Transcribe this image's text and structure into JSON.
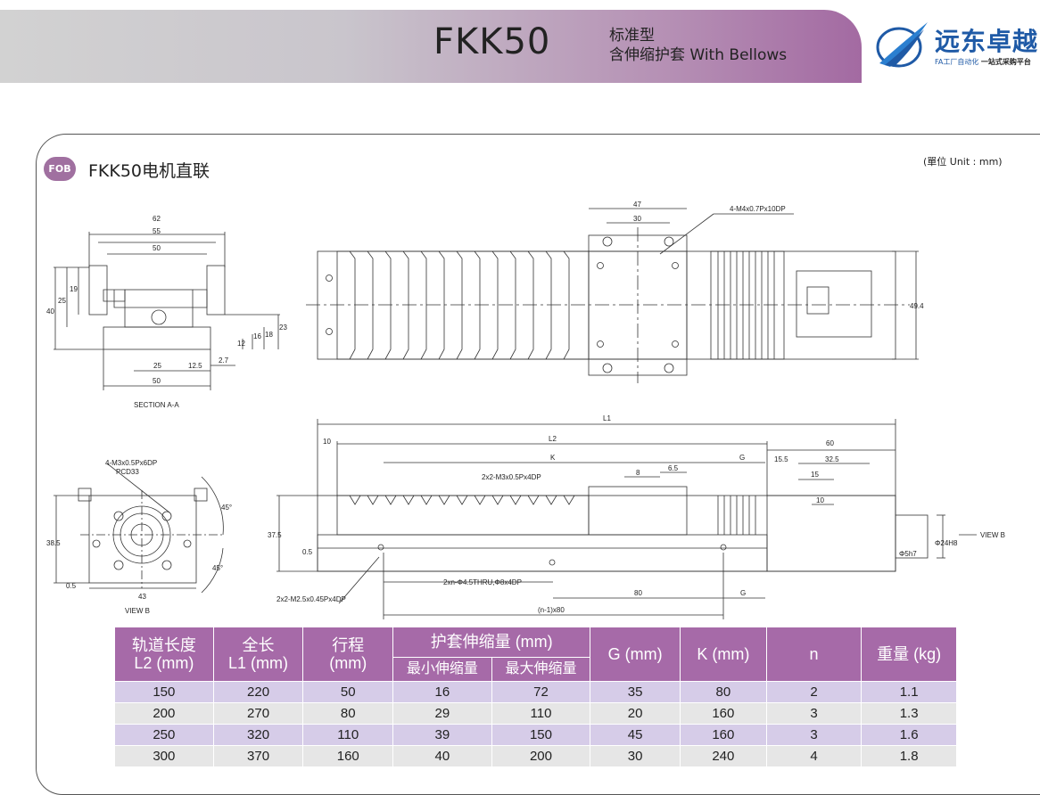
{
  "header": {
    "model": "FKK50",
    "subtitle_line1": "标准型",
    "subtitle_line2": "含伸缩护套 With Bellows",
    "logo_name": "远东卓越",
    "logo_tag_left": "FA工厂自动化",
    "logo_tag_right": "一站式采购平台"
  },
  "section": {
    "badge": "FOB",
    "title": "FKK50电机直联",
    "unit": "(單位 Unit : mm)"
  },
  "drawing_labels": {
    "d62": "62",
    "d55": "55",
    "d50": "50",
    "d40": "40",
    "d25v": "25",
    "d19": "19",
    "d23": "23",
    "d18": "18",
    "d16": "16",
    "d12": "12",
    "d25": "25",
    "d12_5": "12.5",
    "d2_7": "2.7",
    "d50b": "50",
    "section_aa": "SECTION A-A",
    "d47": "47",
    "d30": "30",
    "tap1": "4-M4x0.7Px10DP",
    "d49_4": "49.4",
    "L1": "L1",
    "L2": "L2",
    "d10a": "10",
    "d60": "60",
    "K": "K",
    "G": "G",
    "d15_5": "15.5",
    "d32_5": "32.5",
    "d15": "15",
    "d10b": "10",
    "tap2": "2x2-M3x0.5Px4DP",
    "d8": "8",
    "d6_5": "6.5",
    "tap3": "4-M3x0.5Px6DP",
    "pcd": "PCD33",
    "d45a": "45°",
    "d45b": "45°",
    "d38_5": "38.5",
    "d0_5a": "0.5",
    "d43": "43",
    "view_b": "VIEW B",
    "d37_5": "37.5",
    "d0_5b": "0.5",
    "tap4": "2x2-M2.5x0.45Px4DP",
    "thru": "2xn-Φ4.5THRU,Φ8x4DP",
    "d80": "80",
    "G2": "G",
    "n80": "(n-1)x80",
    "phi24": "Φ24H8",
    "phi5": "Φ5h7",
    "view_b2": "VIEW B"
  },
  "table": {
    "headers": {
      "rail": [
        "轨道长度",
        "L2 (mm)"
      ],
      "full": [
        "全长",
        "L1 (mm)"
      ],
      "stroke": [
        "行程",
        "(mm)"
      ],
      "bellows": "护套伸缩量 (mm)",
      "min": "最小伸缩量",
      "max": "最大伸缩量",
      "g": "G (mm)",
      "k": "K (mm)",
      "n": "n",
      "weight": "重量 (kg)"
    },
    "rows": [
      [
        "150",
        "220",
        "50",
        "16",
        "72",
        "35",
        "80",
        "2",
        "1.1"
      ],
      [
        "200",
        "270",
        "80",
        "29",
        "110",
        "20",
        "160",
        "3",
        "1.3"
      ],
      [
        "250",
        "320",
        "110",
        "39",
        "150",
        "45",
        "160",
        "3",
        "1.6"
      ],
      [
        "300",
        "370",
        "160",
        "40",
        "200",
        "30",
        "240",
        "4",
        "1.8"
      ]
    ]
  }
}
